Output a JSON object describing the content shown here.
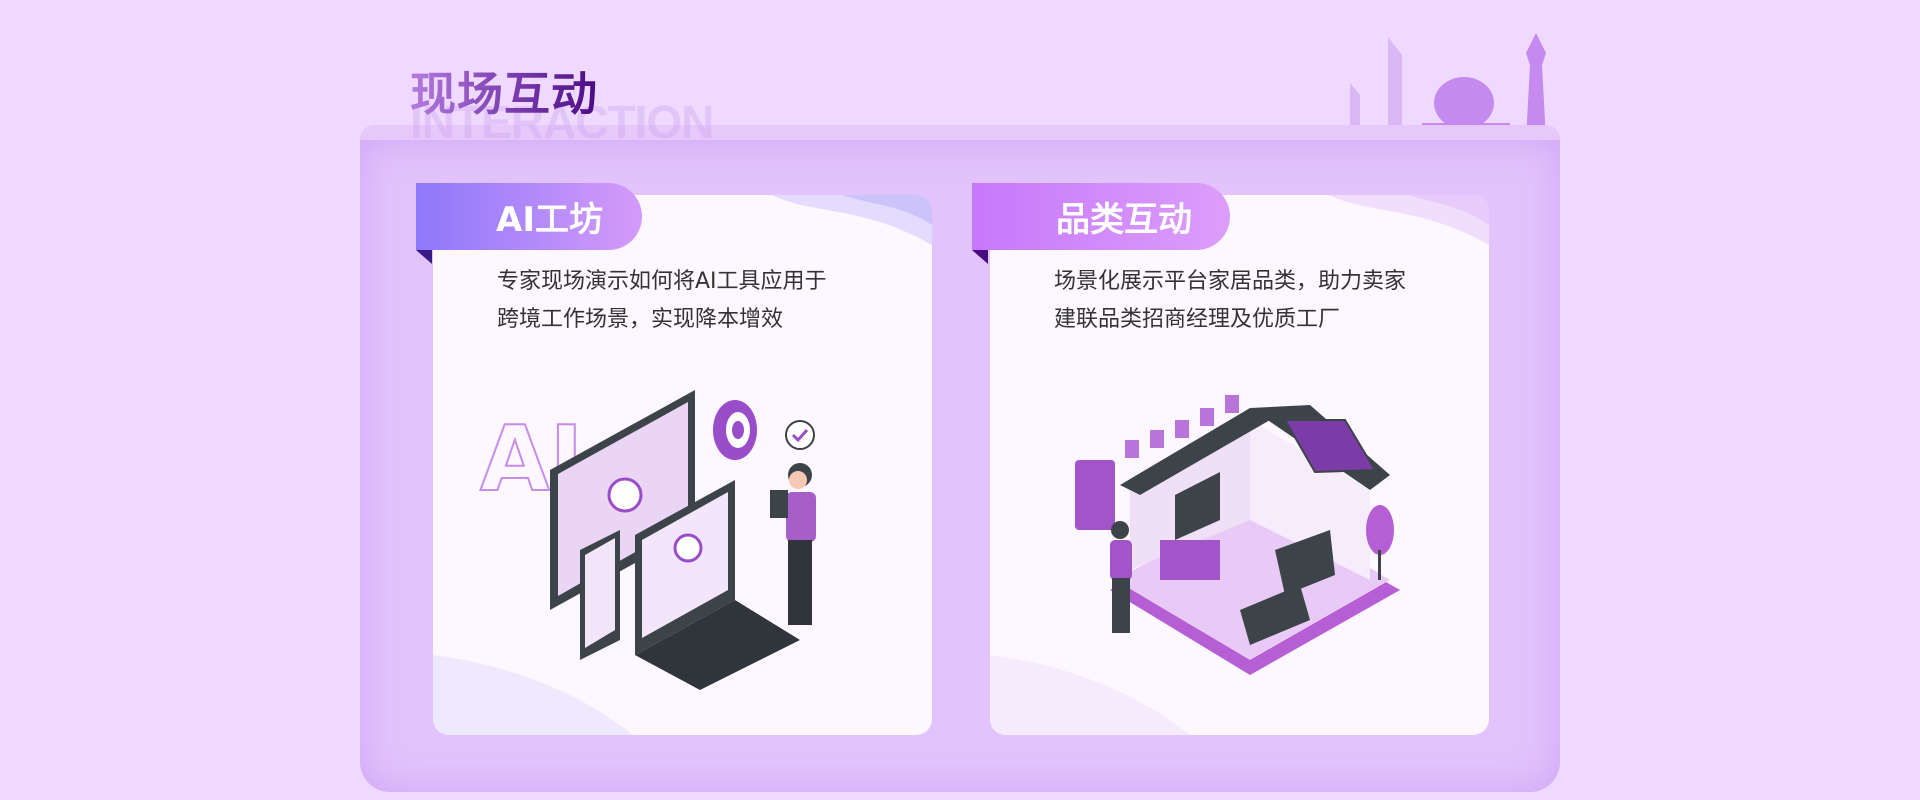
{
  "section": {
    "title": "现场互动",
    "subtitle": "INTERACTION"
  },
  "cards": [
    {
      "tab": "AI工坊",
      "lines": [
        "专家现场演示如何将AI工具应用于",
        "跨境工作场景，实现降本增效"
      ]
    },
    {
      "tab": "品类互动",
      "lines": [
        "场景化展示平台家居品类，助力卖家",
        "建联品类招商经理及优质工厂"
      ]
    }
  ],
  "colors": {
    "accent": "#9a6cf5",
    "brand": "#4b0a85",
    "background": "#efd9ff"
  }
}
